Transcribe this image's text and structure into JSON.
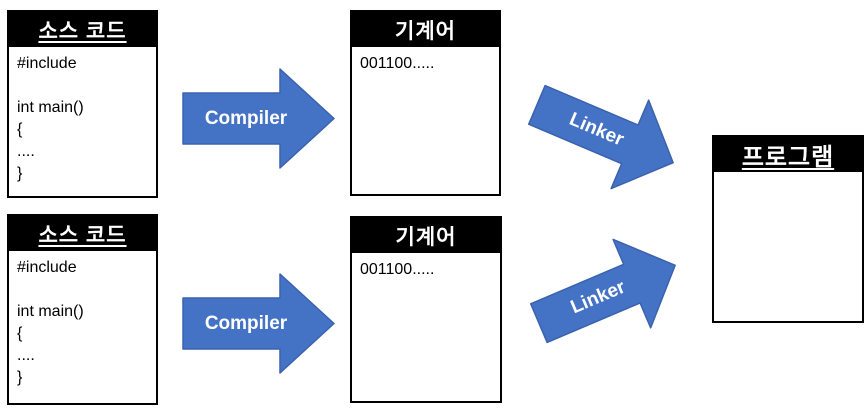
{
  "diagram_title": "compile-and-link-process",
  "colors": {
    "background": "#ffffff",
    "box_border": "#000000",
    "box_header_bg": "#000000",
    "box_header_text": "#ffffff",
    "arrow_fill": "#4472c4",
    "arrow_border": "#3b62ae",
    "arrow_label_text": "#ffffff",
    "code_text": "#000000"
  },
  "boxes": {
    "source_top": {
      "title": "소스 코드",
      "lines": [
        "#include",
        "",
        "int main()",
        "{",
        "....",
        "}"
      ]
    },
    "machine_top": {
      "title": "기계어",
      "lines": [
        "001100....."
      ]
    },
    "source_bottom": {
      "title": "소스 코드",
      "lines": [
        "#include",
        "",
        "int main()",
        "{",
        "....",
        "}"
      ]
    },
    "machine_bottom": {
      "title": "기계어",
      "lines": [
        "001100....."
      ]
    },
    "program": {
      "title": "프로그램",
      "lines": []
    }
  },
  "arrows": {
    "compiler_top": {
      "label": "Compiler",
      "direction": "right"
    },
    "compiler_bottom": {
      "label": "Compiler",
      "direction": "right"
    },
    "linker_top": {
      "label": "Linker",
      "direction": "down-right"
    },
    "linker_bottom": {
      "label": "Linker",
      "direction": "up-right"
    }
  }
}
